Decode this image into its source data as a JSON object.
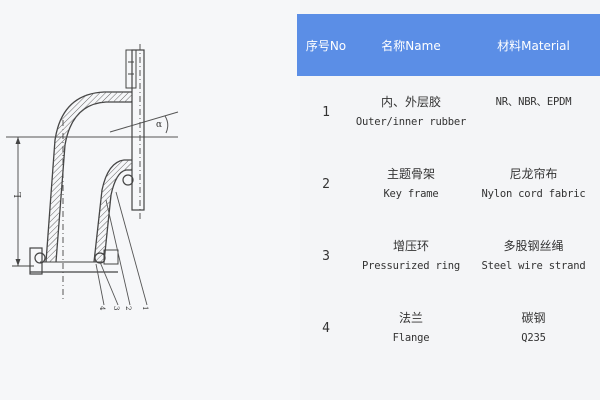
{
  "drawing": {
    "dimension_label": "L",
    "angle_label": "α",
    "part_tags": [
      "4",
      "3",
      "2",
      "1"
    ]
  },
  "table": {
    "headers": {
      "no": "序号No",
      "name": "名称Name",
      "material": "材料Material"
    },
    "rows": [
      {
        "no": "1",
        "name_cn": "内、外层胶",
        "name_en": "Outer/inner rubber",
        "material_cn": "",
        "material_en": "NR、NBR、EPDM"
      },
      {
        "no": "2",
        "name_cn": "主题骨架",
        "name_en": "Key frame",
        "material_cn": "尼龙帘布",
        "material_en": "Nylon cord fabric"
      },
      {
        "no": "3",
        "name_cn": "增压环",
        "name_en": "Pressurized ring",
        "material_cn": "多股钢丝绳",
        "material_en": "Steel wire strand"
      },
      {
        "no": "4",
        "name_cn": "法兰",
        "name_en": "Flange",
        "material_cn": "碳钢",
        "material_en": "Q235"
      }
    ]
  },
  "colors": {
    "header_bg": "#5b8ee6",
    "header_text": "#ffffff",
    "line": "#444444",
    "hatch": "#666666"
  }
}
